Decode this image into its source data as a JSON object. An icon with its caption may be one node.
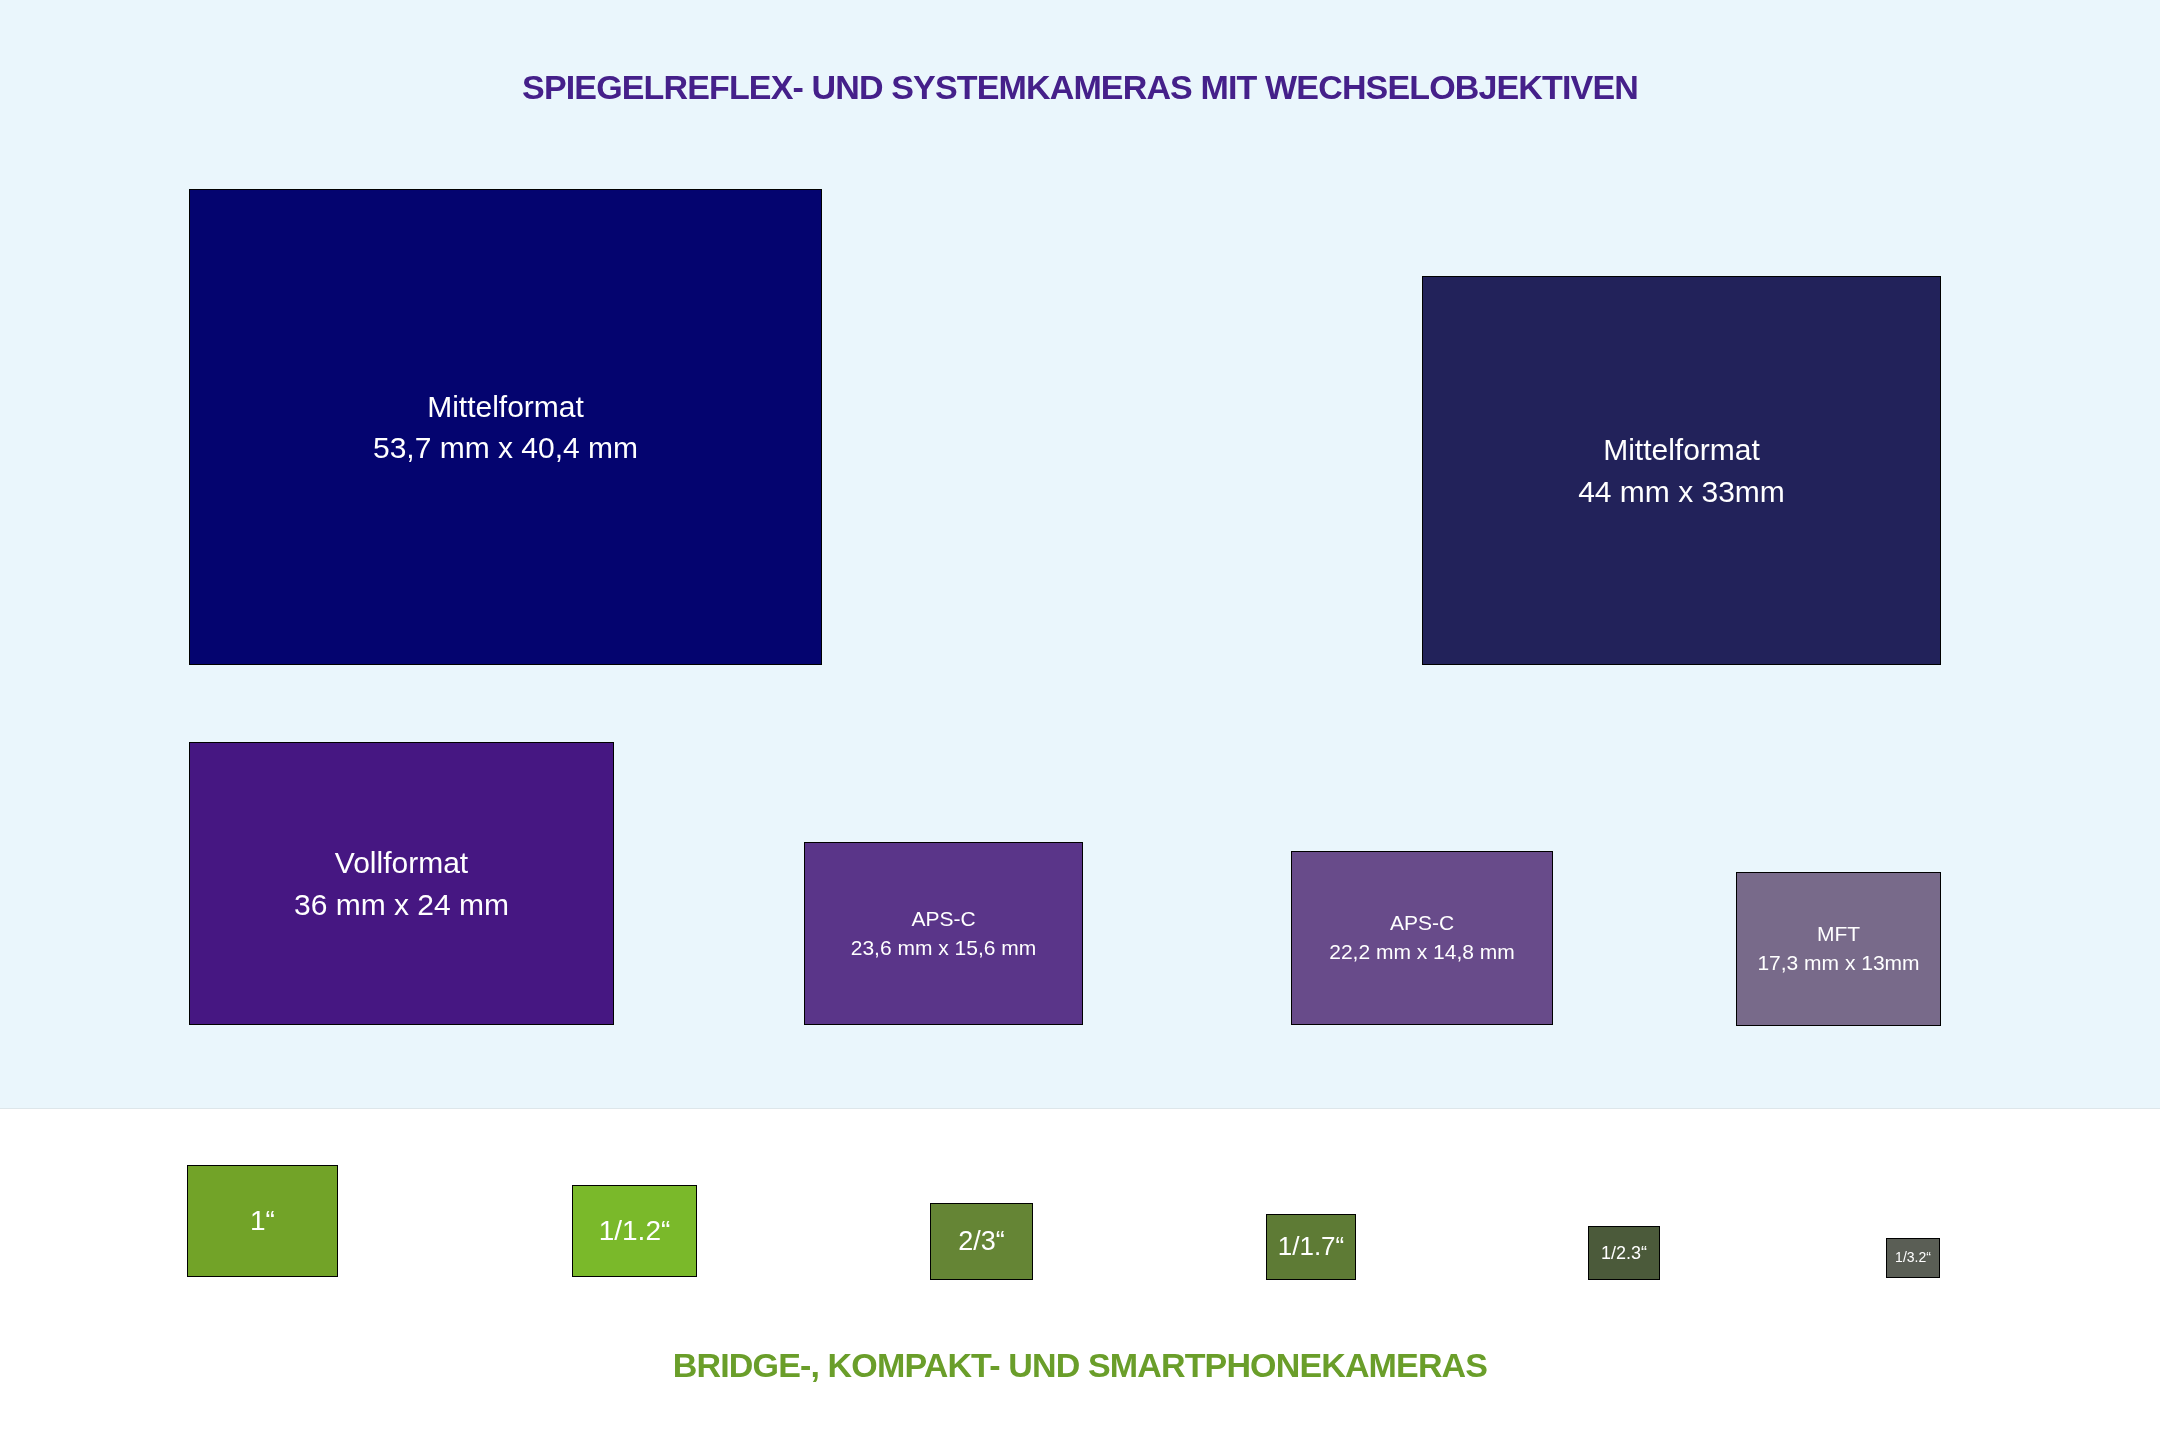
{
  "diagram": {
    "title": "SPIEGELREFLEX- UND SYSTEMKAMERAS MIT WECHSELOBJEKTIVEN",
    "nodes": [
      {
        "text": [
          "Mittelformat",
          "53,7 mm x 40,4 mm"
        ]
      },
      {
        "text": [
          "Mittelformat",
          "44 mm x 33mm"
        ]
      },
      {
        "text": [
          "Vollformat",
          "36 mm x 24 mm"
        ]
      },
      {
        "text": [
          "APS-C",
          "23,6 mm x 15,6 mm"
        ]
      },
      {
        "text": [
          "APS-C",
          "22,2 mm x 14,8 mm"
        ]
      },
      {
        "text": [
          "MFT",
          "17,3 mm x 13mm"
        ]
      },
      {
        "text": [
          "1“"
        ]
      },
      {
        "text": [
          "1/1.2“"
        ]
      },
      {
        "text": [
          "2/3“"
        ]
      },
      {
        "text": [
          "1/1.7“"
        ]
      },
      {
        "text": [
          "1/2.3“"
        ]
      },
      {
        "text": [
          "1/3.2“"
        ]
      }
    ],
    "labels": [
      "BRIDGE-, KOMPAKT- UND SMARTPHONEKAMERAS"
    ]
  }
}
